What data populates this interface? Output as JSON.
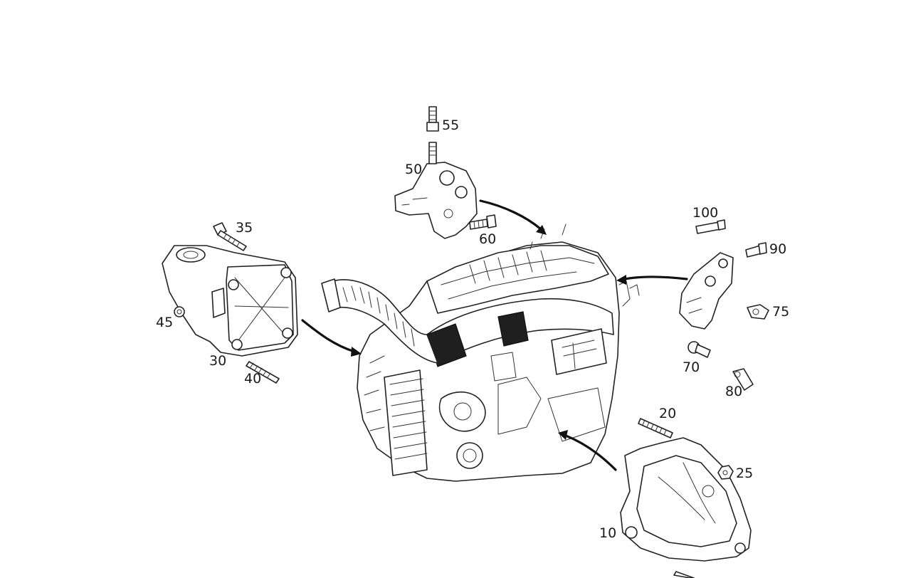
{
  "diagram": {
    "type": "exploded-parts-view",
    "labels": {
      "p10": "10",
      "p20": "20",
      "p25": "25",
      "p30": "30",
      "p35": "35",
      "p40": "40",
      "p45": "45",
      "p50": "50",
      "p55": "55",
      "p60": "60",
      "p70": "70",
      "p75": "75",
      "p80": "80",
      "p90": "90",
      "p100": "100"
    },
    "colors": {
      "line": "#222222",
      "background": "#ffffff",
      "hose_band": "#1f1f1f"
    }
  }
}
